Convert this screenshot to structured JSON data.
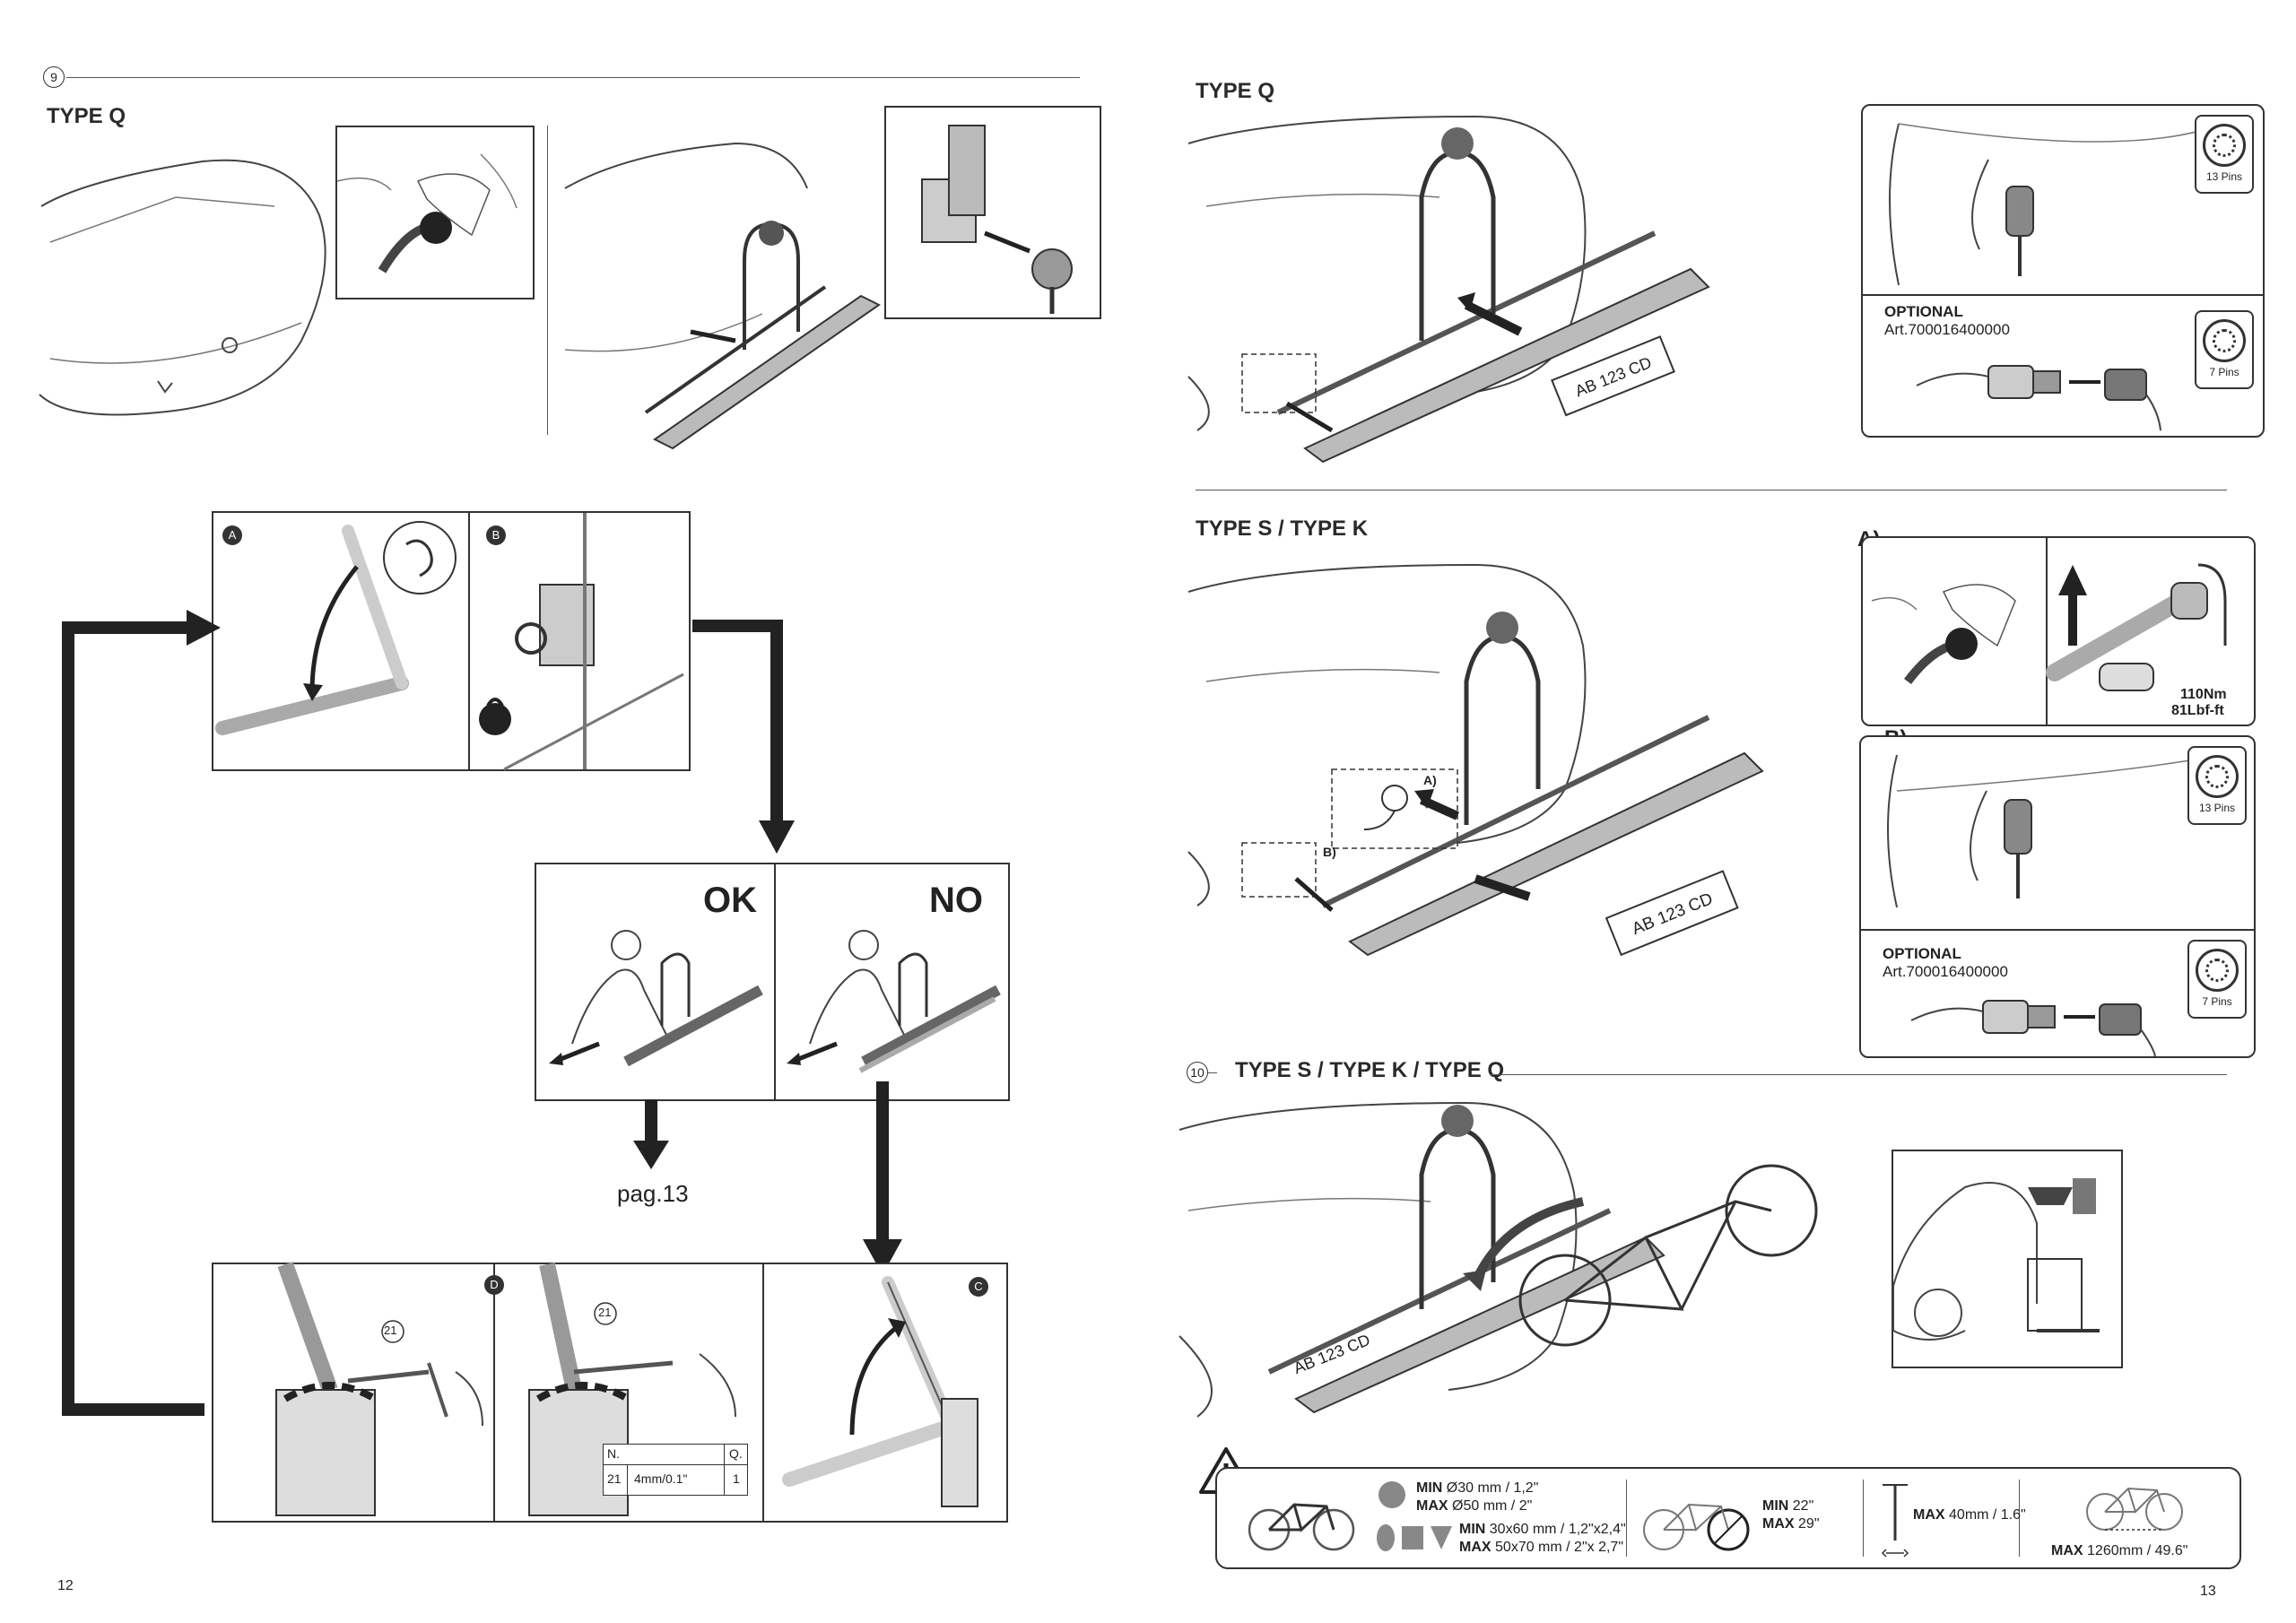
{
  "left_page": {
    "step_number": "9",
    "type_heading": "TYPE Q",
    "panel_a_badge": "A",
    "panel_b_badge": "B",
    "panel_c_badge": "C",
    "panel_d_badge": "D",
    "ok_label": "OK",
    "no_label": "NO",
    "goto_label": "pag.13",
    "tool_callout_1": "21",
    "tool_callout_2": "21",
    "tool_table": {
      "header_n": "N.",
      "header_q": "Q.",
      "row_n": "21",
      "row_desc": "4mm/0.1\"",
      "row_q": "1"
    },
    "page_number": "12"
  },
  "right_page": {
    "type_q_heading": "TYPE Q",
    "plate_text_1": "AB 123 CD",
    "pins13_label_1": "13 Pins",
    "optional_label_1": "OPTIONAL",
    "art_label_1": "Art.700016400000",
    "pins7_label_1": "7 Pins",
    "type_sk_heading": "TYPE S / TYPE K",
    "box_a_label": "A)",
    "box_b_label": "B)",
    "callout_a": "A)",
    "callout_b": "B)",
    "plate_text_2": "AB 123 CD",
    "torque_nm": "110Nm",
    "torque_lbf": "81Lbf-ft",
    "pins13_label_2": "13 Pins",
    "optional_label_2": "OPTIONAL",
    "art_label_2": "Art.700016400000",
    "pins7_label_2": "7 Pins",
    "step10_number": "10",
    "step10_heading": "TYPE S / TYPE K / TYPE Q",
    "plate_text_3": "AB 123 CD",
    "specs": {
      "min_round_b": "MIN",
      "min_round": "Ø30 mm / 1,2\"",
      "max_round_b": "MAX",
      "max_round": "Ø50 mm / 2\"",
      "min_rect_b": "MIN",
      "min_rect": "30x60 mm / 1,2\"x2,4\"",
      "max_rect_b": "MAX",
      "max_rect": "50x70 mm / 2\"x 2,7\"",
      "min_wheel_b": "MIN",
      "min_wheel": "22\"",
      "max_wheel_b": "MAX",
      "max_wheel": "29\"",
      "max_tyre_b": "MAX",
      "max_tyre": "40mm / 1.6\"",
      "max_wheelbase_b": "MAX",
      "max_wheelbase": "1260mm / 49.6\""
    },
    "page_number": "13"
  }
}
